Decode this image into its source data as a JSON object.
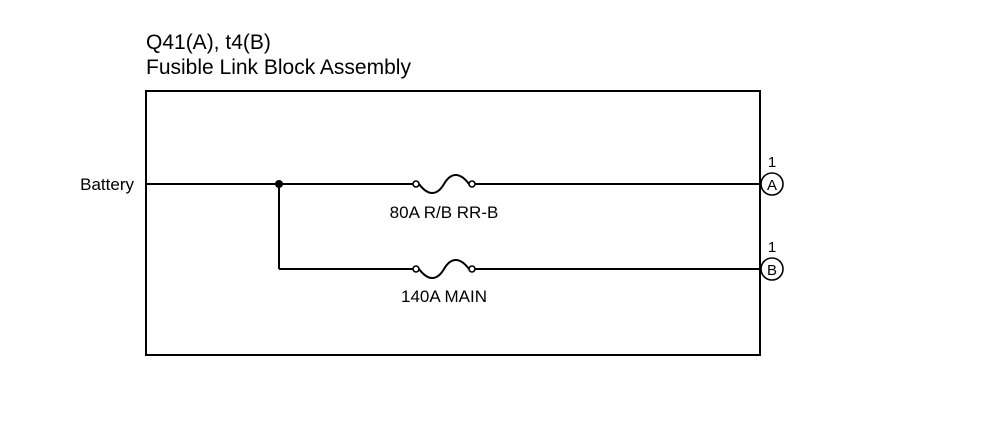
{
  "diagram": {
    "title_line1": "Q41(A), t4(B)",
    "title_line2": "Fusible Link Block Assembly",
    "source_label": "Battery",
    "fuses": [
      {
        "label": "80A R/B RR-B",
        "pin": "1",
        "connector": "A"
      },
      {
        "label": "140A MAIN",
        "pin": "1",
        "connector": "B"
      }
    ],
    "colors": {
      "line": "#000000",
      "background": "#ffffff"
    }
  }
}
